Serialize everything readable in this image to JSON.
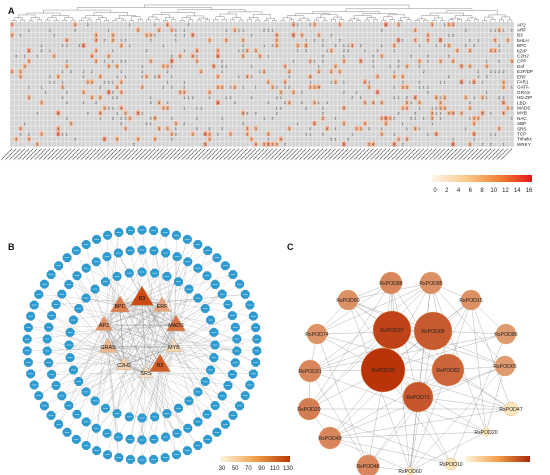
{
  "panel_labels": {
    "a": "A",
    "b": "B",
    "c": "C"
  },
  "panel_a": {
    "tf_families": [
      "AP2",
      "ARF",
      "B3",
      "bHLH",
      "BPC",
      "bZIP",
      "C2H2",
      "CPP",
      "Dof",
      "E2F/DP",
      "ERF",
      "FAR1",
      "GATA",
      "GRAS",
      "HD-ZIP",
      "LBD",
      "MADS",
      "MYB",
      "NAC",
      "SBP",
      "SRS",
      "TCP",
      "Trihelix",
      "WRKY"
    ],
    "legend_ticks": [
      "0",
      "2",
      "4",
      "6",
      "8",
      "10",
      "12",
      "14",
      "16"
    ],
    "color_low": "#fbecd8",
    "color_high": "#e8161b",
    "cell_color": "#d4d4d4",
    "max_count": 16
  },
  "panel_b": {
    "tf_nodes": [
      "B3",
      "BPC",
      "ERF",
      "AP2",
      "MADS",
      "GRAS",
      "MYB",
      "C2H2",
      "SRS",
      "B3"
    ],
    "legend_ticks": [
      "30",
      "50",
      "70",
      "90",
      "110",
      "130"
    ],
    "gene_color": "#2e9bd0",
    "tf_color_low": "#fdf3d8",
    "tf_color_high": "#c9420a"
  },
  "panel_c": {
    "nodes": [
      "RsPOD88",
      "RsPOD85",
      "RsPOD89",
      "RsPOD15",
      "RsPOD74",
      "RsPOD86",
      "RsPOD37",
      "RsPOD68",
      "RsPOD65",
      "RsPOD21",
      "RsPOD33",
      "RsPOD82",
      "RsPOD29",
      "RsPOD71",
      "RsPOD47",
      "RsPOD49",
      "RsPOD20",
      "RsPOD48",
      "RsPOD10",
      "RsPOD60"
    ],
    "color_low": "#fff1c6",
    "color_high": "#b92f05"
  }
}
